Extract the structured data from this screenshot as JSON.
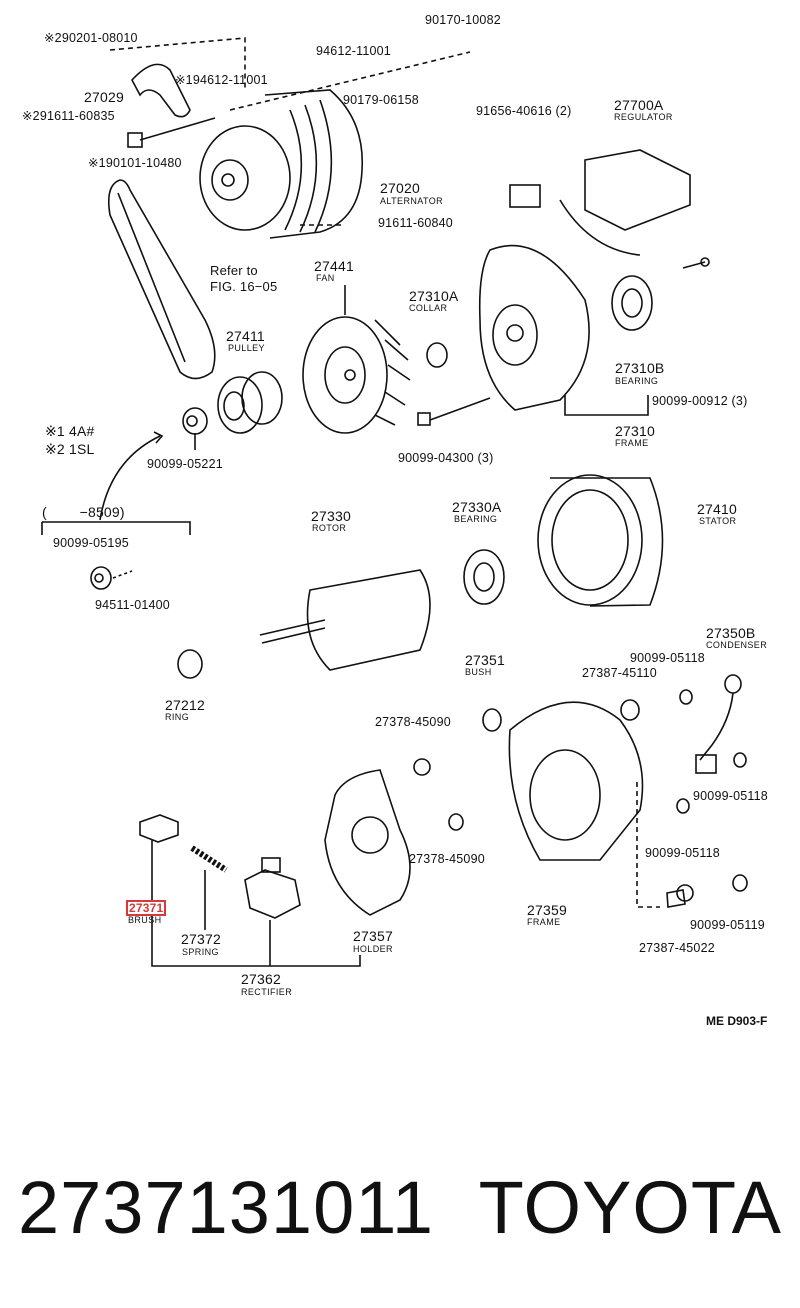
{
  "diagram": {
    "code": "ME D903-F",
    "refer_line1": "Refer to",
    "refer_line2": "FIG. 16−05",
    "range": "(        −8509)",
    "note1": "※1 4A#",
    "note2": "※2 1SL",
    "labels": [
      {
        "id": "p01",
        "text": "※290201-08010"
      },
      {
        "id": "p02",
        "text": "90170-10082"
      },
      {
        "id": "p03",
        "text": "94612-11001"
      },
      {
        "id": "p04",
        "text": "27029"
      },
      {
        "id": "p05",
        "text": "※194612-11001"
      },
      {
        "id": "p06",
        "text": "※291611-60835"
      },
      {
        "id": "p07",
        "text": "90179-06158"
      },
      {
        "id": "p08",
        "text": "91656-40616 (2)"
      },
      {
        "id": "p09",
        "text": "27700A"
      },
      {
        "id": "p10",
        "text": "※190101-10480"
      },
      {
        "id": "p11",
        "text": "27020"
      },
      {
        "id": "p12",
        "text": "91611-60840"
      },
      {
        "id": "p13",
        "text": "27441"
      },
      {
        "id": "p14",
        "text": "27310A"
      },
      {
        "id": "p15",
        "text": "27411"
      },
      {
        "id": "p16",
        "text": "27310B"
      },
      {
        "id": "p17",
        "text": "90099-00912 (3)"
      },
      {
        "id": "p18",
        "text": "27310"
      },
      {
        "id": "p19",
        "text": "90099-05221"
      },
      {
        "id": "p20",
        "text": "90099-04300 (3)"
      },
      {
        "id": "p21",
        "text": "27330"
      },
      {
        "id": "p22",
        "text": "27330A"
      },
      {
        "id": "p23",
        "text": "27410"
      },
      {
        "id": "p24",
        "text": "90099-05195"
      },
      {
        "id": "p25",
        "text": "94511-01400"
      },
      {
        "id": "p26",
        "text": "27350B"
      },
      {
        "id": "p27",
        "text": "90099-05118"
      },
      {
        "id": "p28",
        "text": "27351"
      },
      {
        "id": "p29",
        "text": "27387-45110"
      },
      {
        "id": "p30",
        "text": "27212"
      },
      {
        "id": "p31",
        "text": "27378-45090"
      },
      {
        "id": "p32",
        "text": "90099-05118"
      },
      {
        "id": "p33",
        "text": "90099-05118"
      },
      {
        "id": "p34",
        "text": "27378-45090"
      },
      {
        "id": "p35",
        "text": "27371"
      },
      {
        "id": "p36",
        "text": "27372"
      },
      {
        "id": "p37",
        "text": "27357"
      },
      {
        "id": "p38",
        "text": "27359"
      },
      {
        "id": "p39",
        "text": "90099-05119"
      },
      {
        "id": "p40",
        "text": "27387-45022"
      },
      {
        "id": "p41",
        "text": "27362"
      }
    ],
    "sublabels": [
      {
        "id": "s01",
        "text": "REGULATOR"
      },
      {
        "id": "s02",
        "text": "ALTERNATOR"
      },
      {
        "id": "s03",
        "text": "FAN"
      },
      {
        "id": "s04",
        "text": "COLLAR"
      },
      {
        "id": "s05",
        "text": "PULLEY"
      },
      {
        "id": "s06",
        "text": "BEARING"
      },
      {
        "id": "s07",
        "text": "FRAME"
      },
      {
        "id": "s08",
        "text": "ROTOR"
      },
      {
        "id": "s09",
        "text": "BEARING"
      },
      {
        "id": "s10",
        "text": "STATOR"
      },
      {
        "id": "s11",
        "text": "CONDENSER"
      },
      {
        "id": "s12",
        "text": "BUSH"
      },
      {
        "id": "s13",
        "text": "RING"
      },
      {
        "id": "s14",
        "text": "BRUSH"
      },
      {
        "id": "s15",
        "text": "SPRING"
      },
      {
        "id": "s16",
        "text": "HOLDER"
      },
      {
        "id": "s17",
        "text": "FRAME"
      },
      {
        "id": "s18",
        "text": "RECTIFIER"
      }
    ],
    "highlight_color": "#d8383a"
  },
  "footer": {
    "part_number": "2737131011",
    "brand": "TOYOTA"
  }
}
